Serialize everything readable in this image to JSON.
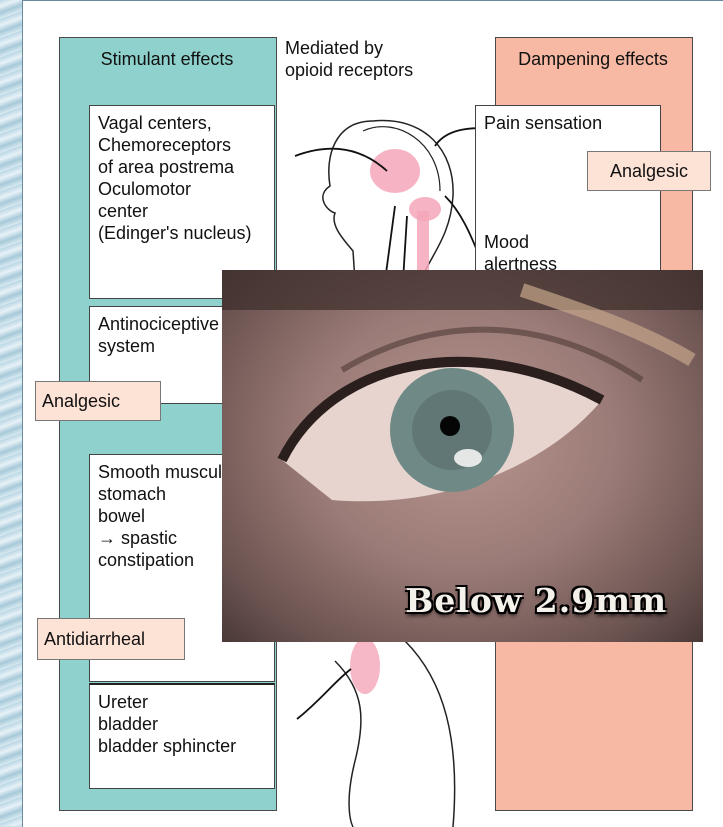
{
  "diagram": {
    "left_header": "Stimulant effects",
    "center_header": "Mediated by\nopioid receptors",
    "right_header": "Dampening effects",
    "left_boxes": [
      "Vagal centers,\nChemoreceptors\nof area postrema\nOculomotor\ncenter\n(Edinger's nucleus)",
      "Antinociceptive\nsystem",
      "Smooth muscul\nstomach\nbowel\n→ spastic\nconstipation",
      "Ureter\nbladder\nbladder sphincter"
    ],
    "right_boxes": [
      "Pain sensation",
      "Mood\nalertness"
    ],
    "tags": {
      "analgesic_right": "Analgesic",
      "analgesic_left": "Analgesic",
      "antidiarrheal": "Antidiarrheal"
    }
  },
  "photo": {
    "caption": "Below  2.9mm"
  },
  "colors": {
    "teal": "#8fd1cc",
    "salmon": "#f7b9a3",
    "tag": "#fde2d6",
    "highlight": "#f4a6b8"
  }
}
